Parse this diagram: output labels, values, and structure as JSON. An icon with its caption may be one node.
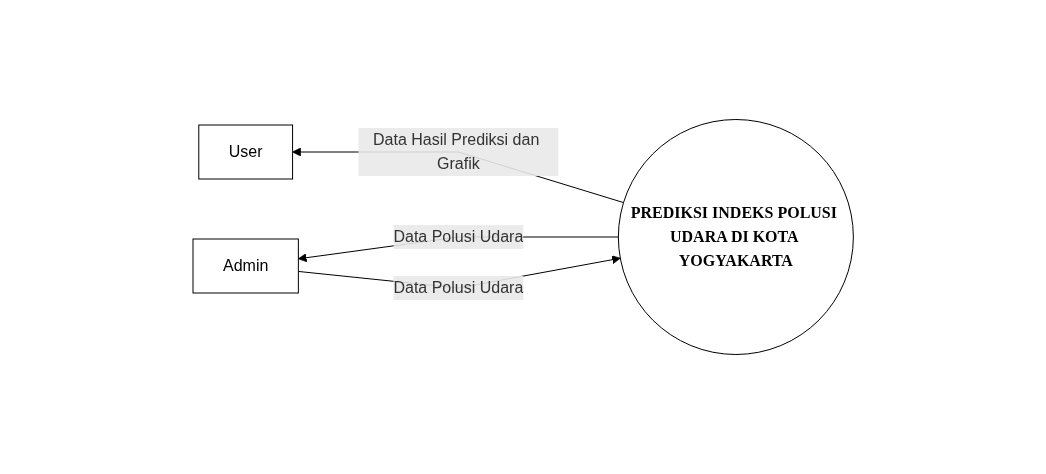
{
  "diagram": {
    "nodes": [
      {
        "text": [
          "User"
        ]
      },
      {
        "text": [
          "PREDIKSI INDEKS POLUSI UDARA DI KOTA YOGYAKARTA"
        ]
      },
      {
        "text": [
          "Admin"
        ]
      }
    ],
    "edges": [
      {
        "from": 1,
        "to": 0,
        "arrow": "to",
        "label": "Data Hasil Prediksi dan Grafik"
      },
      {
        "from": 2,
        "to": 1,
        "arrow": "to",
        "label": "Data Polusi Udara"
      },
      {
        "from": 1,
        "to": 2,
        "arrow": "to",
        "label": "Data Polusi Udara"
      }
    ]
  }
}
